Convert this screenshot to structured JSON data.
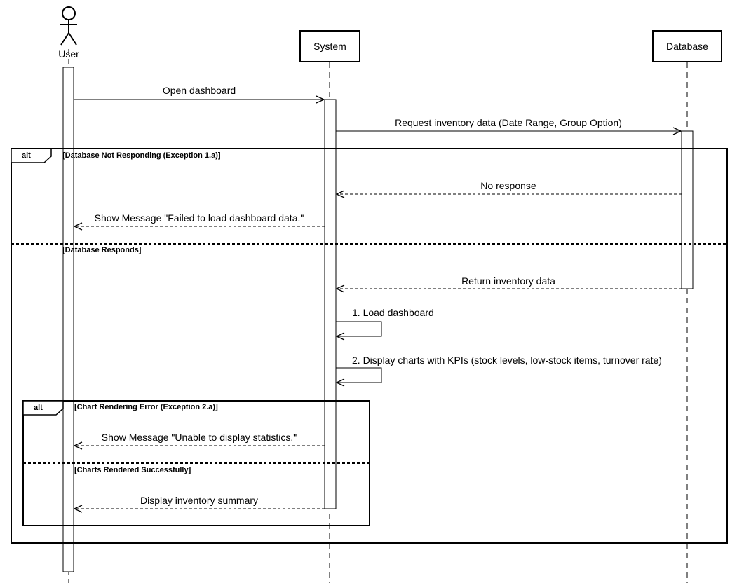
{
  "participants": {
    "user": "User",
    "system": "System",
    "database": "Database"
  },
  "messages": {
    "open_dashboard": "Open dashboard",
    "request_inventory": "Request inventory data (Date Range, Group Option)",
    "no_response": "No response",
    "show_failed": "Show Message \"Failed to load dashboard data.\"",
    "return_inventory": "Return inventory data",
    "load_dashboard": "1. Load dashboard",
    "display_charts": "2. Display charts with KPIs (stock levels, low-stock items, turnover rate)",
    "show_unable": "Show Message \"Unable to display statistics.\"",
    "display_summary": "Display inventory summary"
  },
  "fragments": {
    "outer": {
      "operator": "alt",
      "guard_1": "[Database Not Responding (Exception 1.a)]",
      "guard_2": "[Database Responds]"
    },
    "inner": {
      "operator": "alt",
      "guard_1": "[Chart Rendering Error (Exception 2.a)]",
      "guard_2": "[Charts Rendered Successfully]"
    }
  }
}
